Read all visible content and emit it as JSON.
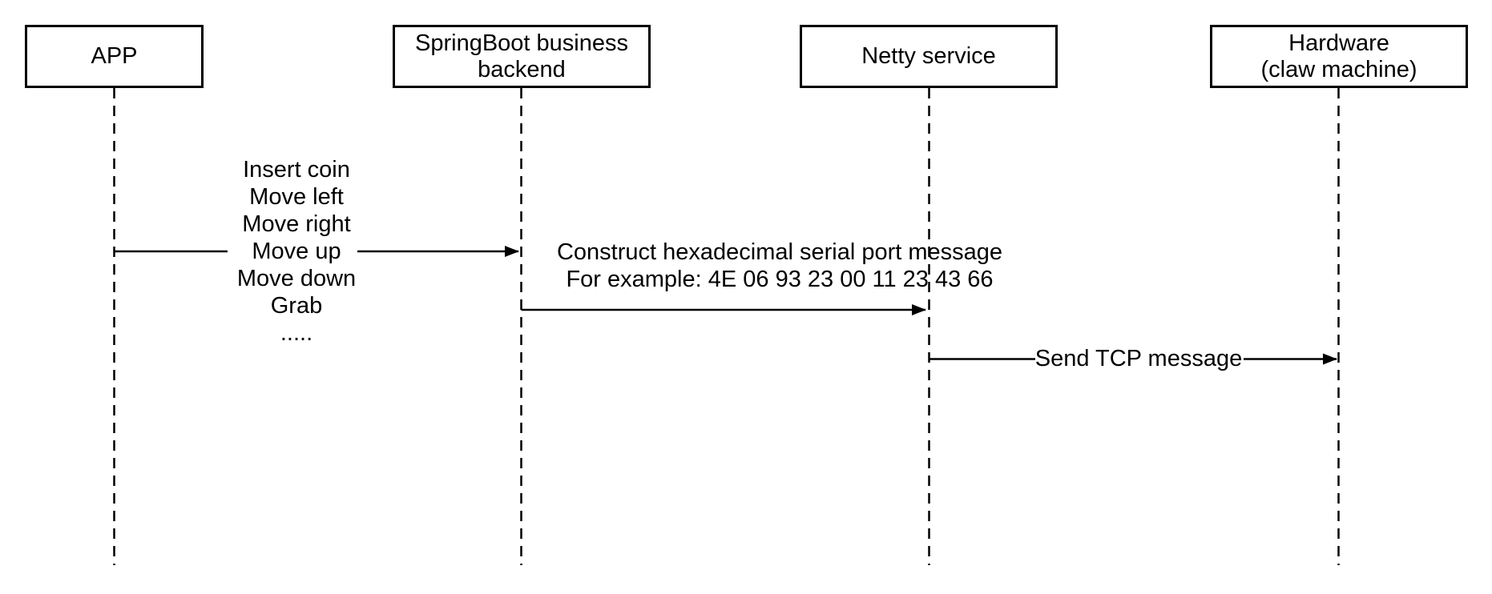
{
  "diagram": {
    "title": "Claw machine control sequence diagram",
    "type": "sequence-diagram",
    "background_color": "#ffffff",
    "line_color": "#000000",
    "text_color": "#000000"
  },
  "actors": [
    {
      "id": "app",
      "name": "APP"
    },
    {
      "id": "springboot",
      "name": "SpringBoot business\nbackend"
    },
    {
      "id": "netty",
      "name": "Netty service"
    },
    {
      "id": "hardware",
      "name": "Hardware\n(claw machine)"
    }
  ],
  "messages": [
    {
      "from": "APP",
      "to": "SpringBoot business backend",
      "label": "Insert coin\nMove left\nMove right\nMove up\nMove down\nGrab\n....."
    },
    {
      "from": "SpringBoot business backend",
      "to": "Netty service",
      "label": "Construct hexadecimal serial port message\nFor example: 4E 06 93 23 00 11 23 43 66"
    },
    {
      "from": "Netty service",
      "to": "Hardware (claw machine)",
      "label": "Send TCP message"
    }
  ]
}
